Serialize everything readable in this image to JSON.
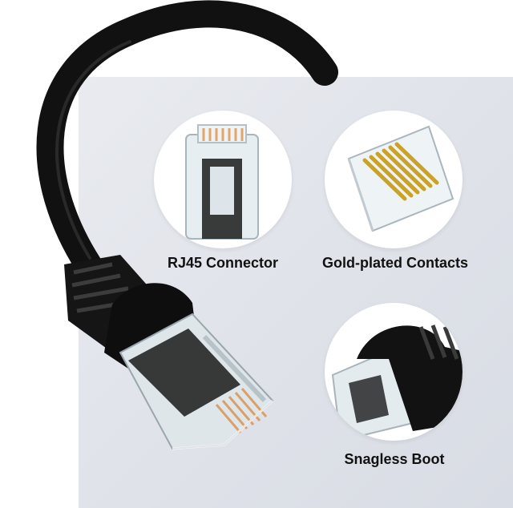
{
  "features": [
    {
      "label": "RJ45 Connector",
      "icon": "rj45-connector-closeup"
    },
    {
      "label": "Gold-plated Contacts",
      "icon": "gold-contacts-closeup"
    },
    {
      "label": "Snagless Boot",
      "icon": "snagless-boot-closeup"
    }
  ],
  "colors": {
    "panel": "#e0e3ea",
    "cable": "#111111",
    "gold": "#c9a227",
    "label_text": "#111111"
  }
}
